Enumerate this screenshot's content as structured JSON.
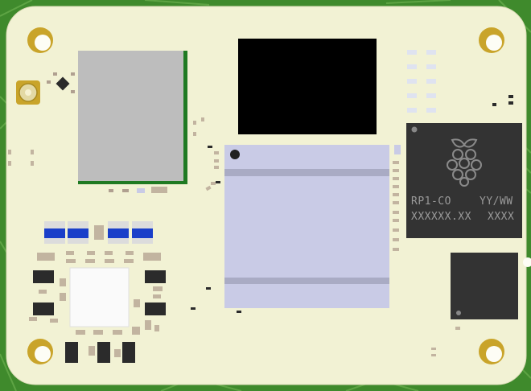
{
  "colors": {
    "pcb_green": "#3f8a2c",
    "board_cream": "#f2f2d4",
    "soc_lid": "#c9cbe6",
    "rp1_chip": "#333333",
    "capacitor_blue": "#1a3fc9",
    "gold_pad": "#c9a42a"
  },
  "rp1_chip": {
    "logo": "raspberry-logo",
    "line1_left": "RP1-CO",
    "line1_right": "YY/WW",
    "line2_left": "XXXXXX.XX",
    "line2_right": "XXXX"
  },
  "icons": [
    "raspberry-logo",
    "mounting-hole",
    "antenna-connector"
  ]
}
